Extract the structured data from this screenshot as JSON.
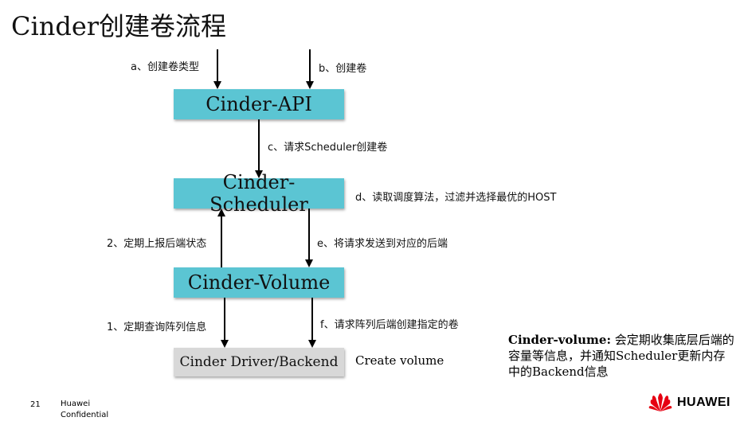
{
  "title": "Cinder创建卷流程",
  "boxes": {
    "api": "Cinder-API",
    "scheduler_line1": "Cinder-",
    "scheduler_line2": "Scheduler",
    "volume": "Cinder-Volume",
    "driver": "Cinder Driver/Backend"
  },
  "notes": {
    "a": "a、创建卷类型",
    "b": "b、创建卷",
    "c": "c、请求Scheduler创建卷",
    "d": "d、读取调度算法，过滤并选择最优的HOST",
    "e": "e、将请求发送到对应的后端",
    "f": "f、请求阵列后端创建指定的卷",
    "step1": "1、定期查询阵列信息",
    "step2": "2、定期上报后端状态"
  },
  "create_volume": "Create volume",
  "sidenote": {
    "bold": "Cinder-volume:",
    "text": " 会定期收集底层后端的容量等信息，并通知Scheduler更新内存中的Backend信息"
  },
  "footer": {
    "page_number": "21",
    "line1": "Huawei",
    "line2": "Confidential"
  },
  "logo": {
    "text": "HUAWEI",
    "color": "#e60012"
  },
  "colors": {
    "box": "#5bc5d3",
    "driver_box": "#d8d8d8"
  }
}
